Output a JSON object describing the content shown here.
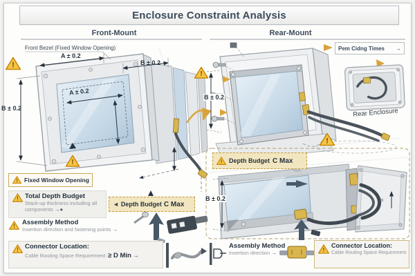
{
  "title": "Enclosure Constraint Analysis",
  "icons": {
    "warning_mark": "!",
    "left_arrow": "◄",
    "right_arrow": "→",
    "flow_arrow": "→●"
  },
  "front": {
    "header": "Front-Mount",
    "bezel_label": "Front Bezel (Fixed Window Opening)",
    "dim_a_top": "A ± 0.2",
    "dim_b_top": "B ± 0.2",
    "dim_a_screen": "A ± 0.2",
    "dim_b_left": "B ± 0.2"
  },
  "rear": {
    "header": "Rear-Mount",
    "dim_b": "B ± 0.2",
    "pem_label": "Pem Cidng Times",
    "rear_enclosure_label": "Rear Enclosure",
    "panel_dim_b": "B ± 0.2"
  },
  "callouts": {
    "fixed_window": "Fixed Window Opening",
    "total_depth": {
      "title": "Total Depth Budget",
      "desc1": "Stack-up thickness including all",
      "desc2": "components"
    },
    "depth_budget_left": {
      "label": "Depth Budget",
      "value": "C Max"
    },
    "assembly_left": {
      "title": "Assembly Method",
      "desc": "Insertion direction and fastening points"
    },
    "connector_left": {
      "title": "Connector Location:",
      "desc": "Cable Routing Space Requirement:",
      "value": "≥ D Min"
    },
    "depth_budget_right": {
      "label": "Depth Budget",
      "value": "C Max"
    },
    "assembly_right": {
      "title": "Assembly Method",
      "desc": "Insertion direction"
    },
    "connector_right": {
      "title": "Connector Location:",
      "desc": "Cable Routing Space Requirement"
    }
  },
  "colors": {
    "accent_tan": "#f2e6c0",
    "warning_yellow": "#f6c544",
    "ink": "#26323e"
  }
}
